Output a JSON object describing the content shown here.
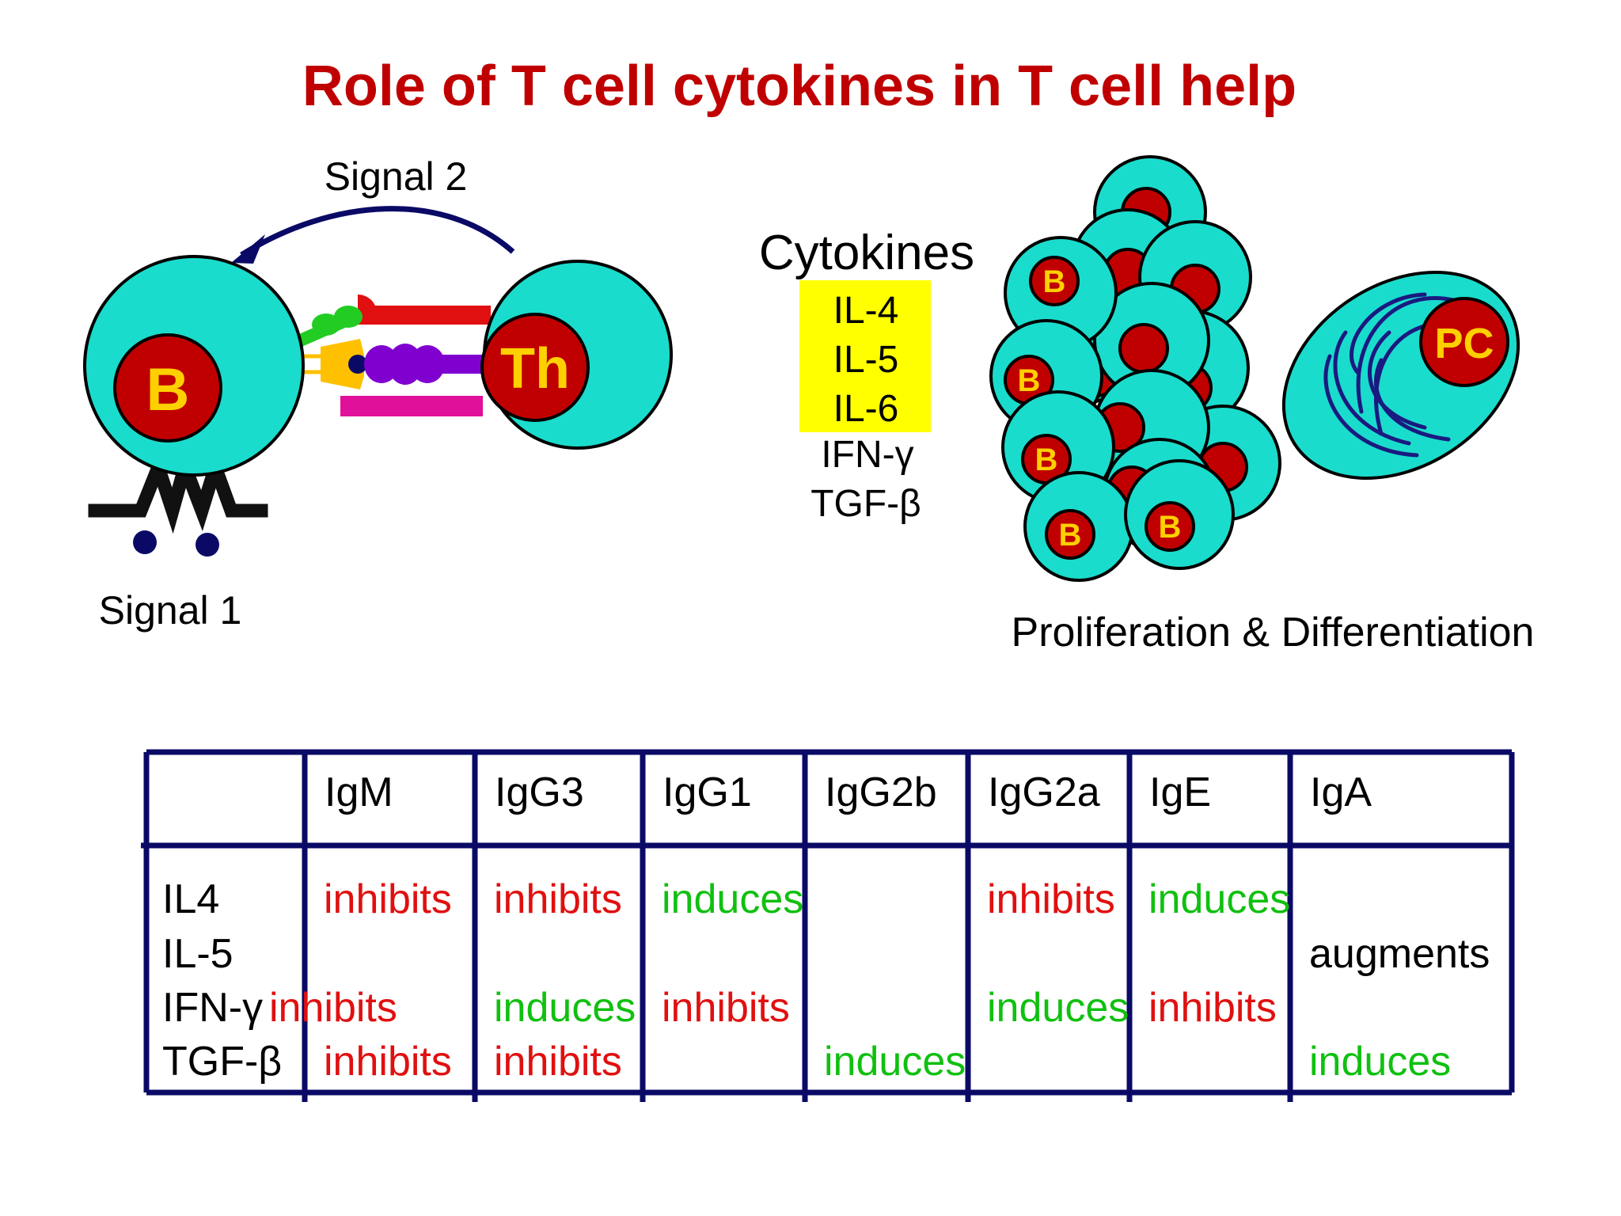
{
  "title": "Role of T cell cytokines in T cell help",
  "colors": {
    "title": "#c00000",
    "cell": "#1adccc",
    "nucleus": "#c00000",
    "nucleus_text": "#ffd000",
    "highlight": "#ffff00",
    "table_border": "#0a0a66",
    "inhibits": "#e01010",
    "induces": "#10c010",
    "arrow": "#0a0a66",
    "pc_lines": "#1a1a80"
  },
  "left_panel": {
    "signal1": "Signal 1",
    "signal2": "Signal 2",
    "b_label": "B",
    "th_label": "Th"
  },
  "cytokines": {
    "heading": "Cytokines",
    "highlighted": [
      "IL-4",
      "IL-5",
      "IL-6"
    ],
    "others": [
      "IFN-γ",
      "TGF-β"
    ]
  },
  "right_panel": {
    "cluster_label": "B",
    "pc_label": "PC",
    "caption": "Proliferation & Differentiation"
  },
  "table": {
    "headers": [
      "",
      "IgM",
      "IgG3",
      "IgG1",
      "IgG2b",
      "IgG2a",
      "IgE",
      "IgA"
    ],
    "rows": [
      {
        "label": "IL4",
        "cells": [
          "inhibits",
          "inhibits",
          "induces",
          "",
          "inhibits",
          "induces",
          ""
        ]
      },
      {
        "label": "IL-5",
        "cells": [
          "",
          "",
          "",
          "",
          "",
          "",
          "augments"
        ]
      },
      {
        "label": "IFN-γ",
        "cells": [
          "inhibits",
          "induces",
          "inhibits",
          "",
          "induces",
          "inhibits",
          ""
        ]
      },
      {
        "label": "TGF-β",
        "cells": [
          "inhibits",
          "inhibits",
          "",
          "induces",
          "",
          "",
          "induces"
        ]
      }
    ]
  }
}
